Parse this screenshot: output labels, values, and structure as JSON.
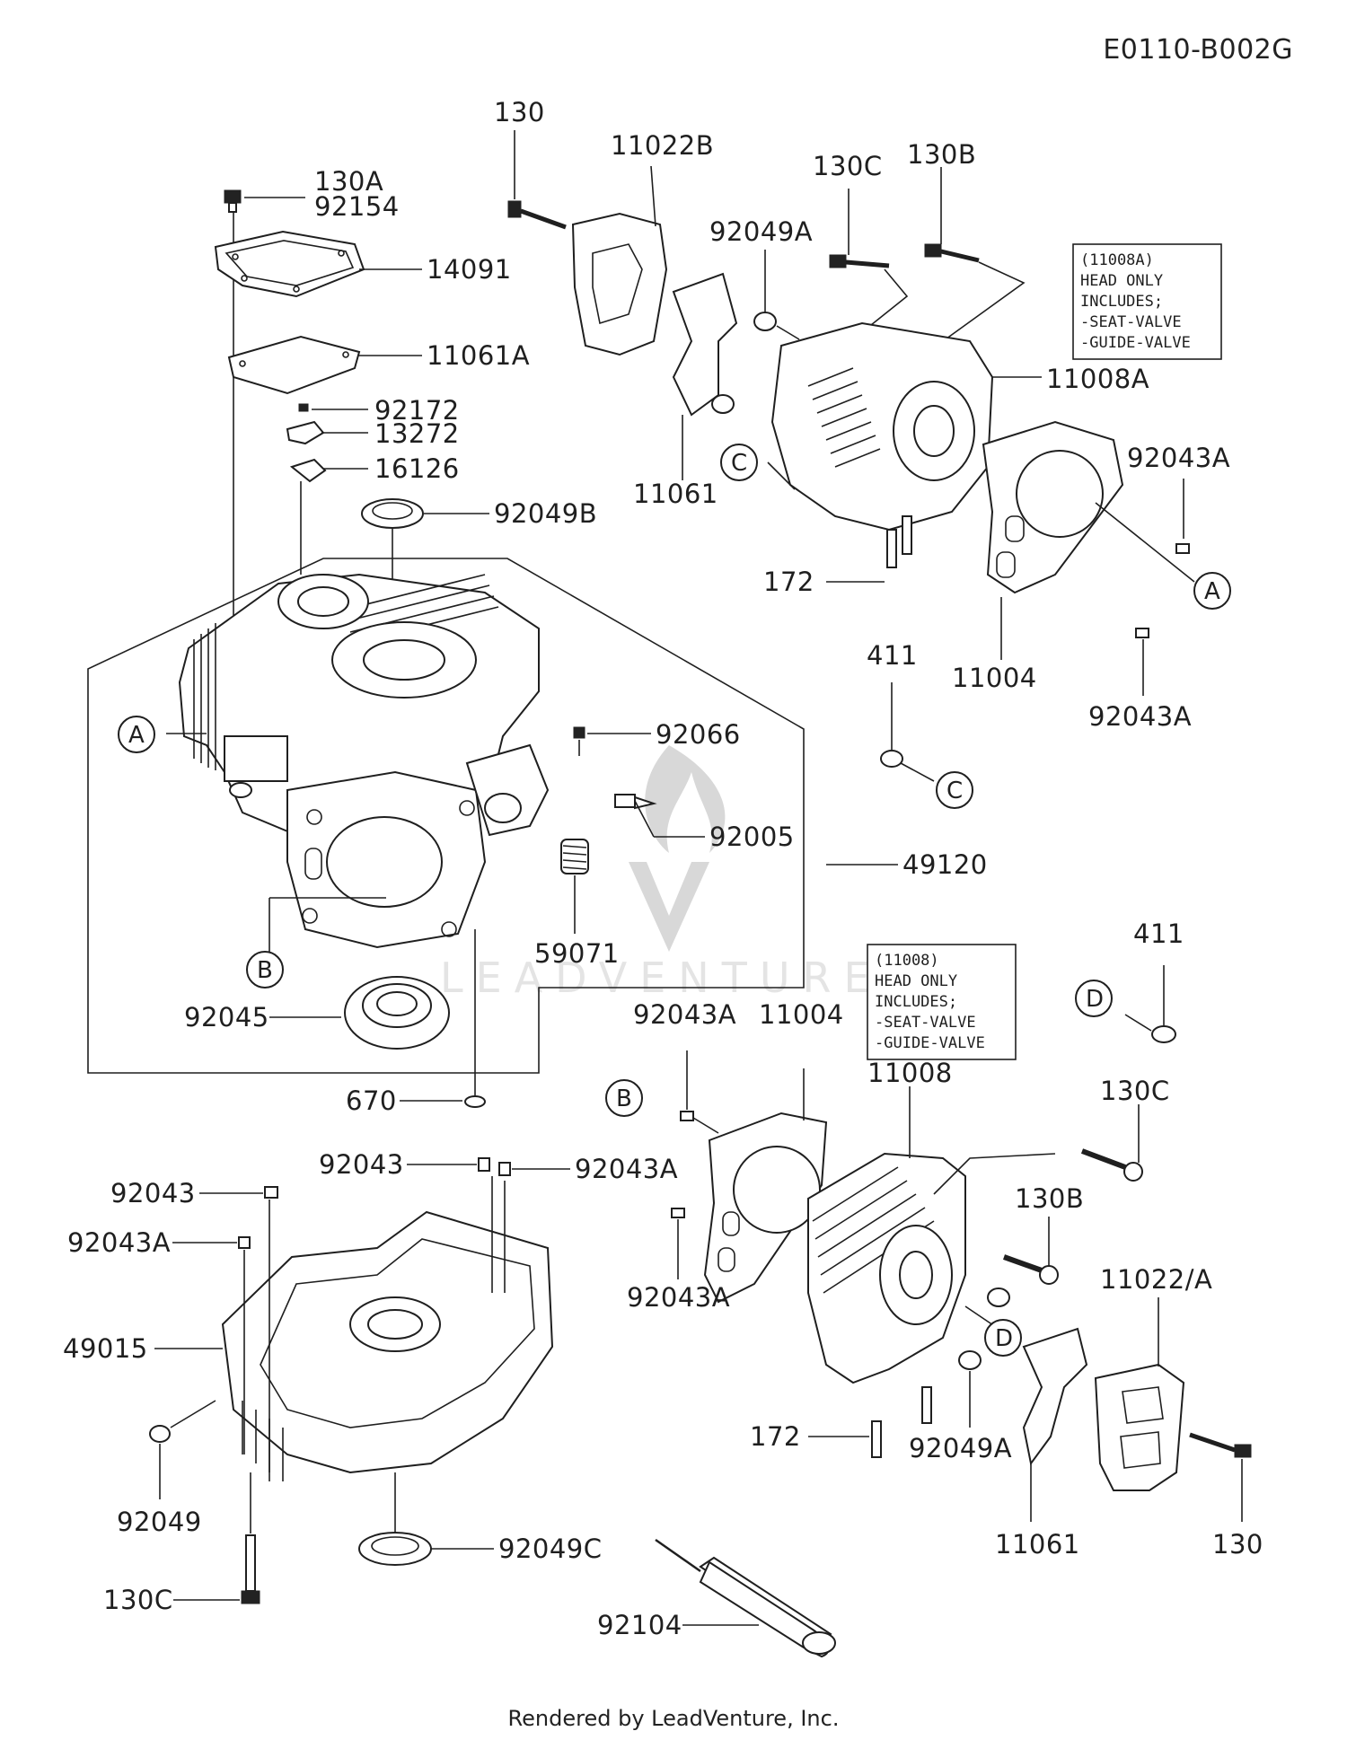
{
  "reference_code": "E0110-B002G",
  "footer": "Rendered by LeadVenture, Inc.",
  "watermark": "LEADVENTURE",
  "parts": {
    "p130_top": "130",
    "p11022B": "11022B",
    "p130A": "130A",
    "p92154": "92154",
    "p14091": "14091",
    "p11061A": "11061A",
    "p92172": "92172",
    "p13272": "13272",
    "p16126": "16126",
    "p92049B": "92049B",
    "p92049A_top": "92049A",
    "p130C_top": "130C",
    "p130B_top": "130B",
    "p11008A": "11008A",
    "p92043A_r1": "92043A",
    "p11061_top": "11061",
    "p172_top": "172",
    "p11004_top": "11004",
    "p92043A_r2": "92043A",
    "p411_top": "411",
    "p92066": "92066",
    "p92005": "92005",
    "p49120": "49120",
    "p59071": "59071",
    "p92045": "92045",
    "p670": "670",
    "p411_mid": "411",
    "p92043A_m1": "92043A",
    "p11004_bot": "11004",
    "p11008": "11008",
    "p130C_mid": "130C",
    "p92043_1": "92043",
    "p92043A_m2": "92043A",
    "p92043_2": "92043",
    "p92043A_m3": "92043A",
    "p49015": "49015",
    "p92043A_m4": "92043A",
    "p130B_bot": "130B",
    "p11022A": "11022/A",
    "p172_bot": "172",
    "p92049A_bot": "92049A",
    "p92049": "92049",
    "p11061_bot": "11061",
    "p130_bot": "130",
    "p92049C": "92049C",
    "p130C_bot": "130C",
    "p92104": "92104"
  },
  "callouts": {
    "A_left": "A",
    "A_right": "A",
    "B_left": "B",
    "B_right": "B",
    "C_top": "C",
    "C_mid": "C",
    "D_top": "D",
    "D_bot": "D"
  },
  "notes": {
    "note_11008A": [
      "(11008A)",
      "HEAD ONLY",
      "INCLUDES;",
      "-SEAT-VALVE",
      "-GUIDE-VALVE"
    ],
    "note_11008": [
      "(11008)",
      "HEAD ONLY",
      "INCLUDES;",
      "-SEAT-VALVE",
      "-GUIDE-VALVE"
    ]
  }
}
